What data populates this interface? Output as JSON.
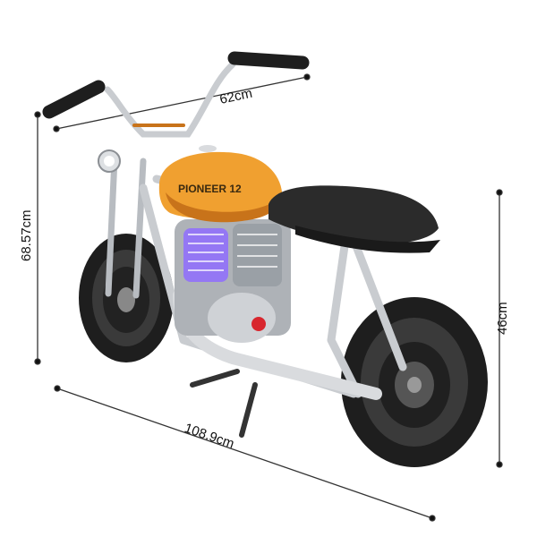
{
  "product": {
    "tank_logo": "PIONEER 12",
    "colors": {
      "tank": "#f0a030",
      "tank_dark": "#c8731a",
      "seat": "#2b2b2b",
      "tire": "#1e1e1e",
      "chrome": "#c9ccd0",
      "engine_glow": "#7b5cff",
      "accent_red": "#d8262e"
    }
  },
  "dimensions": {
    "handlebar_width": "62cm",
    "total_height": "68.57cm",
    "seat_height": "46cm",
    "total_length": "108.9cm"
  }
}
